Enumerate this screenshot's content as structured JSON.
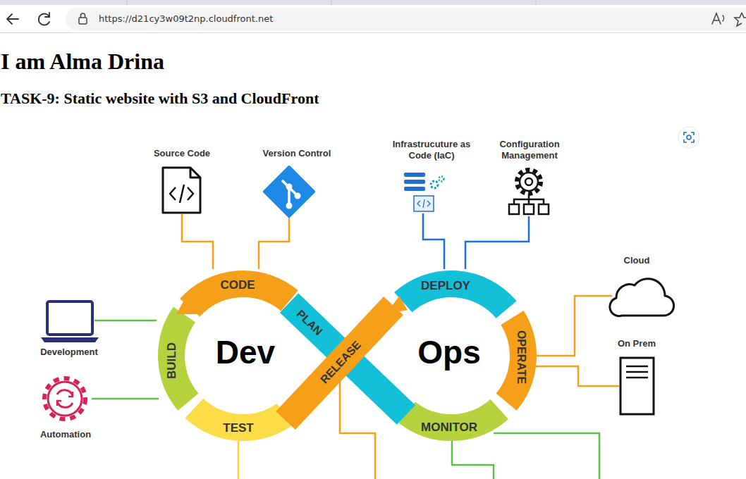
{
  "diagram": {
    "title": "I am Alma Drina",
    "labels": [
      "https://d21cy3w09t2np.cloudfront.net",
      "TASK-9: Static website with S3 and CloudFront",
      "Source Code",
      "Version Control",
      "Infrastrucuture as Code (IaC)",
      "Configuration Management",
      "Cloud",
      "On Prem",
      "Development",
      "Automation",
      "CODE",
      "PLAN",
      "BUILD",
      "TEST",
      "RELEASE",
      "DEPLOY",
      "OPERATE",
      "MONITOR",
      "Dev",
      "Ops"
    ]
  }
}
